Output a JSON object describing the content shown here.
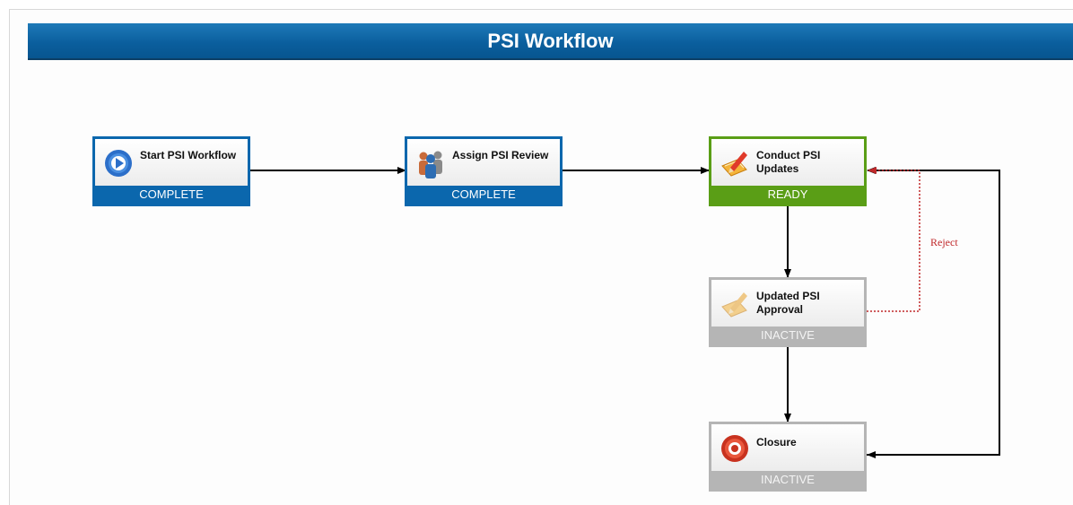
{
  "title": "PSI Workflow",
  "nodes": {
    "start": {
      "label": "Start PSI Workflow",
      "status": "COMPLETE"
    },
    "assign": {
      "label": "Assign PSI Review",
      "status": "COMPLETE"
    },
    "conduct": {
      "label": "Conduct PSI Updates",
      "status": "READY"
    },
    "approval": {
      "label": "Updated PSI Approval",
      "status": "INACTIVE"
    },
    "closure": {
      "label": "Closure",
      "status": "INACTIVE"
    }
  },
  "edges": {
    "reject_label": "Reject"
  },
  "colors": {
    "complete": "#0b67ad",
    "ready": "#5a9e16",
    "inactive": "#b5b5b5",
    "reject": "#c0282a"
  },
  "icons": {
    "start": "play-circle-icon",
    "assign": "people-icon",
    "conduct": "pencil-note-icon",
    "approval": "pencil-note-icon",
    "closure": "stop-circle-icon"
  }
}
